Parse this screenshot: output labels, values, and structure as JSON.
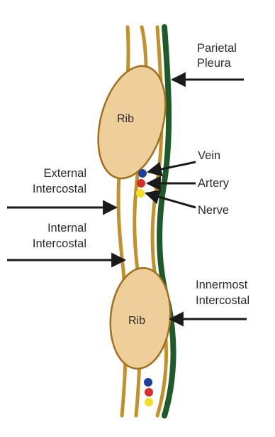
{
  "labels": {
    "parietal_pleura_1": "Parietal",
    "parietal_pleura_2": "Pleura",
    "vein": "Vein",
    "artery": "Artery",
    "nerve": "Nerve",
    "external_intercostal_1": "External",
    "external_intercostal_2": "Intercostal",
    "internal_intercostal_1": "Internal",
    "internal_intercostal_2": "Intercostal",
    "innermost_intercostal_1": "Innermost",
    "innermost_intercostal_2": "Intercostal",
    "rib_top": "Rib",
    "rib_bottom": "Rib"
  },
  "colors": {
    "muscle": "#c2912c",
    "pleura": "#1f5a2a",
    "rib_fill": "#eecf9a",
    "rib_stroke": "#a06f1c",
    "vein": "#1d3e9c",
    "artery": "#d62d2d",
    "nerve": "#f2dd2a",
    "arrow": "#1a1a1a",
    "text": "#2b2b2b"
  }
}
